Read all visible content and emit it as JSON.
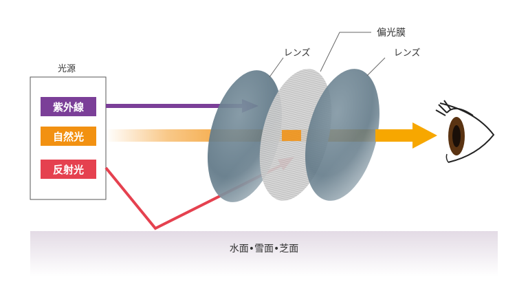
{
  "light_source": {
    "title": "光源",
    "items": [
      {
        "key": "uv",
        "label": "紫外線",
        "color": "#7b3f98"
      },
      {
        "key": "natural",
        "label": "自然光",
        "color": "#f29111"
      },
      {
        "key": "reflected",
        "label": "反射光",
        "color": "#e5414f"
      }
    ]
  },
  "lens_labels": {
    "lens_left": "レンズ",
    "polarizer": "偏光膜",
    "lens_right": "レンズ"
  },
  "surface": {
    "label": "水面•雪面•芝面"
  },
  "colors": {
    "uv": "#7b3f98",
    "natural": "#f29111",
    "natural_bright": "#f7a700",
    "reflected": "#e5414f",
    "lens": "#5f7786",
    "polarizer": "#c9c9c9",
    "surface": "#ebe5ec"
  },
  "icons": {
    "eye": "eye-icon"
  }
}
